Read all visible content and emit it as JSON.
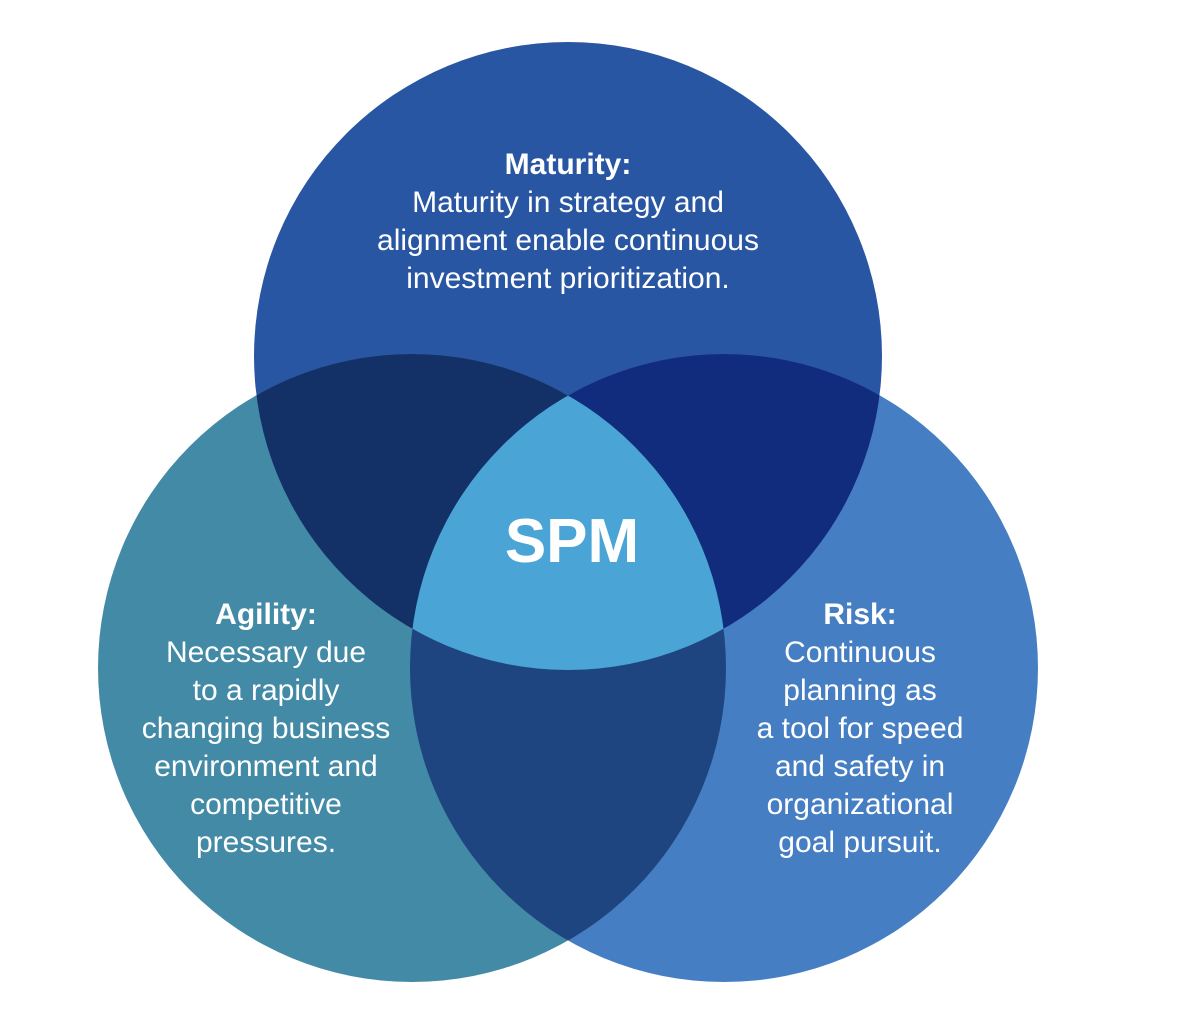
{
  "colors": {
    "maturity": "#2856a3",
    "agility": "#428aa5",
    "risk": "#467ec3",
    "maturity_agility": "#133067",
    "maturity_risk": "#112c7d",
    "agility_risk": "#1e4580",
    "center": "#4aa5d6"
  },
  "center": {
    "label": "SPM"
  },
  "sets": [
    {
      "id": "maturity",
      "heading": "Maturity:",
      "lines": [
        "Maturity in strategy and",
        "alignment enable continuous",
        "investment prioritization."
      ]
    },
    {
      "id": "agility",
      "heading": "Agility:",
      "lines": [
        "Necessary due",
        "to a rapidly",
        "changing business",
        "environment and",
        "competitive",
        "pressures."
      ]
    },
    {
      "id": "risk",
      "heading": "Risk:",
      "lines": [
        "Continuous",
        "planning as",
        "a tool for speed",
        "and safety in",
        "organizational",
        "goal pursuit."
      ]
    }
  ]
}
